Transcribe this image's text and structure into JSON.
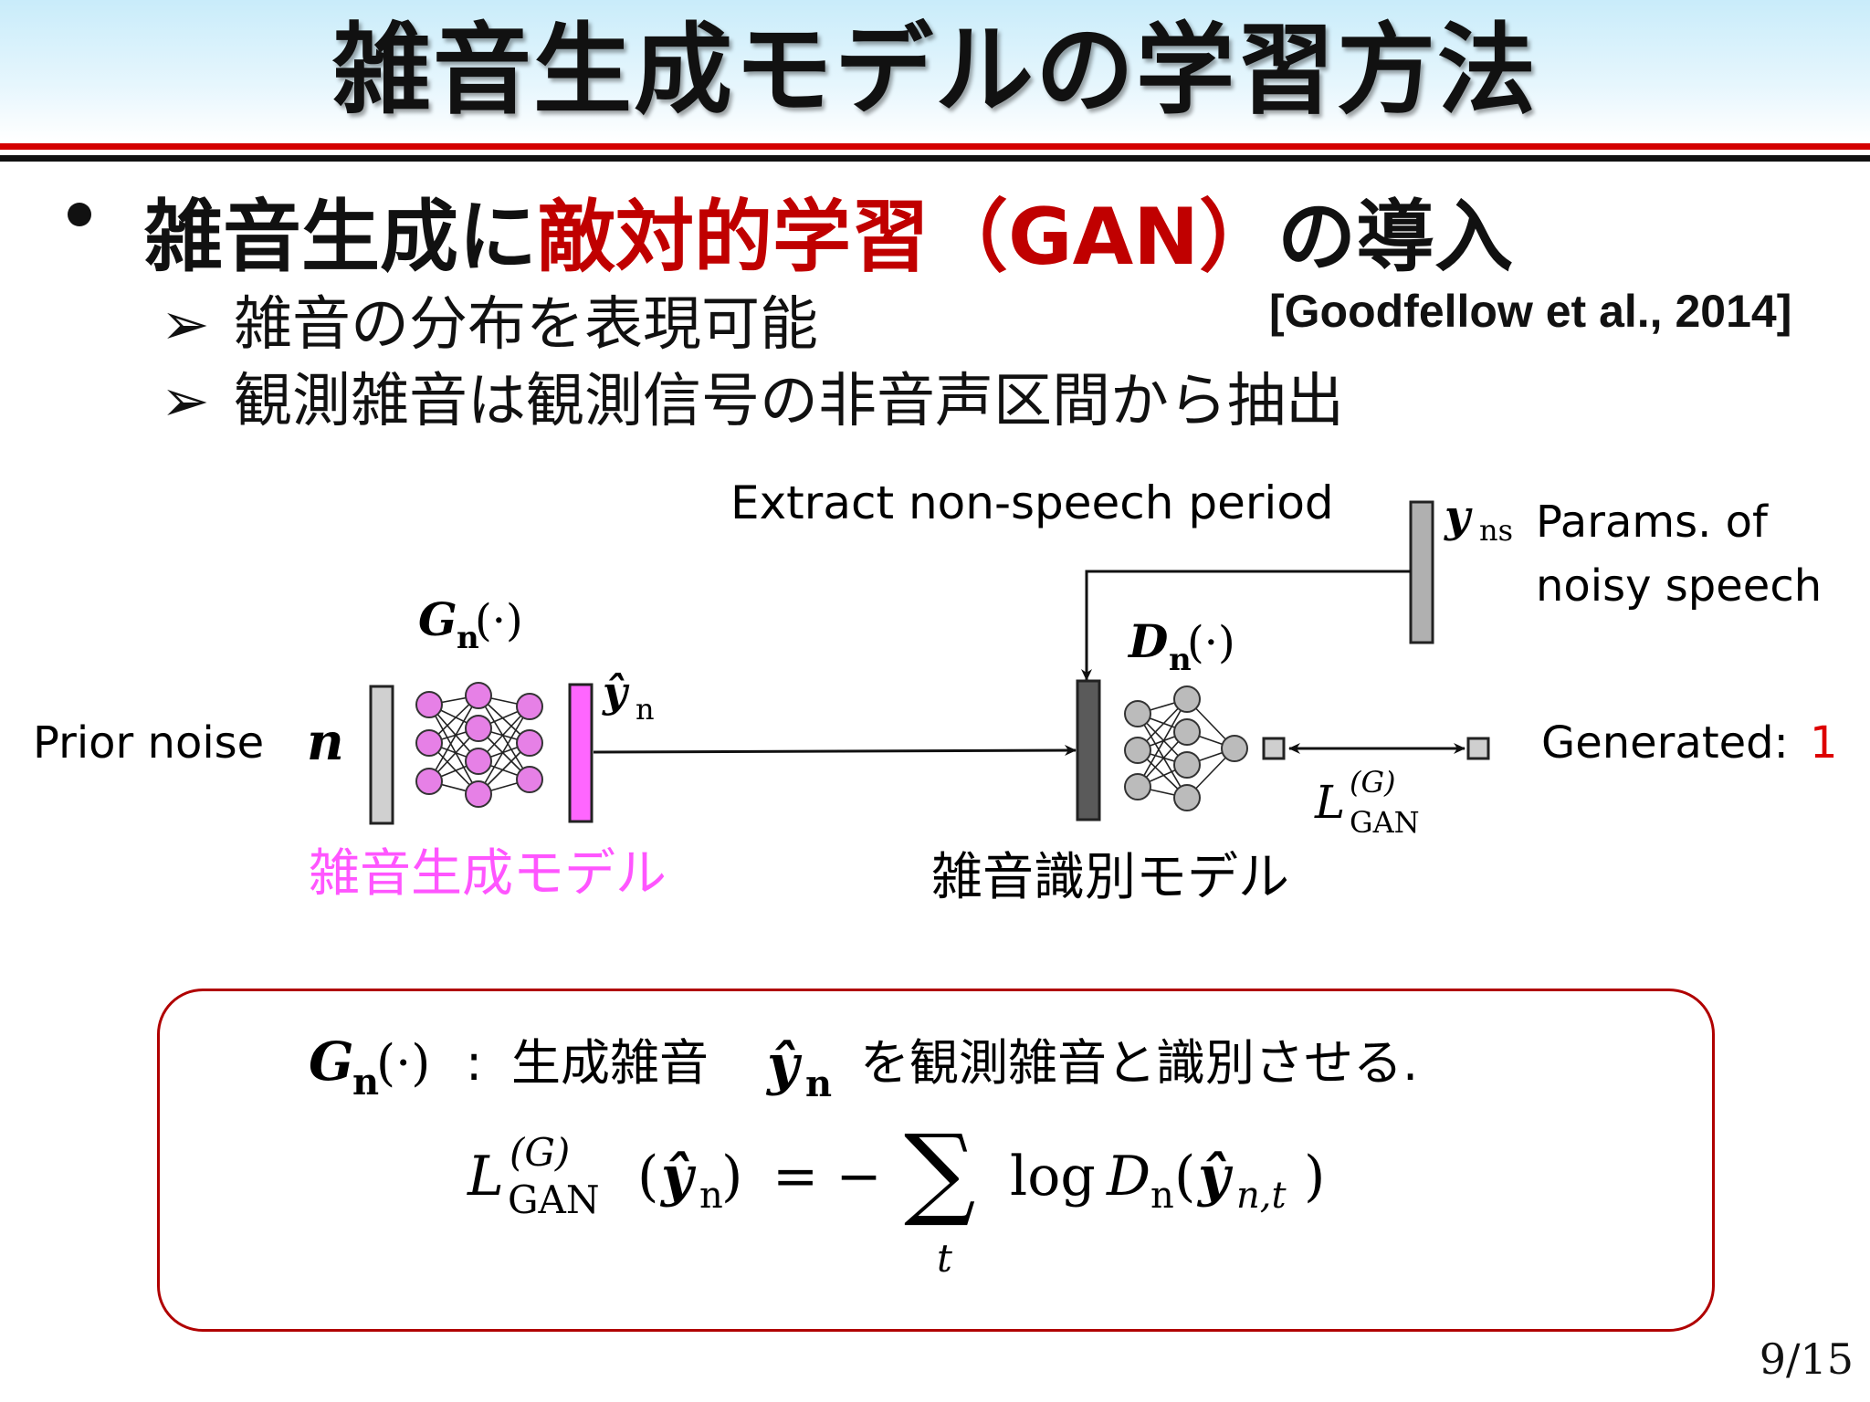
{
  "title": "雑音生成モデルの学習方法",
  "bullet": {
    "prefix": "雑音生成に",
    "highlight": "敵対的学習（GAN）",
    "suffix": "の導入"
  },
  "citation": "[Goodfellow et al., 2014]",
  "sub_items": [
    {
      "marker": "➢",
      "text": "雑音の分布を表現可能"
    },
    {
      "marker": "➢",
      "text": "観測雑音は観測信号の非音声区間から抽出"
    }
  ],
  "diagram": {
    "extract_label": "Extract non-speech period",
    "y_ns_symbol": "y",
    "y_ns_sub": "ns",
    "params_line1": "Params. of",
    "params_line2": "noisy speech",
    "G_symbol": "G",
    "G_sub": "n",
    "G_arg": "(·)",
    "D_symbol": "D",
    "D_sub": "n",
    "D_arg": "(·)",
    "yhat_symbol": "ŷ",
    "yhat_sub": "n",
    "prior_noise": "Prior noise",
    "n_symbol": "n",
    "generator_caption": "雑音生成モデル",
    "discriminator_caption": "雑音識別モデル",
    "generated_label": "Generated:",
    "generated_value": "1",
    "loss_L": "L",
    "loss_sup": "(G)",
    "loss_sub": "GAN",
    "colors": {
      "generator": "#ff66ff",
      "generator_node": "#e680e6",
      "disc_node": "#bbbbbb",
      "input_bar": "#c8c8c8",
      "disc_bar": "#555555",
      "red": "#dd0000"
    }
  },
  "box": {
    "G": "G",
    "G_sub": "n",
    "G_arg": "(·)",
    "colon": ":",
    "text1": "生成雑音",
    "yhat": "ŷ",
    "yhat_sub": "n",
    "text2": "を観測雑音と識別させる.",
    "eq_L": "L",
    "eq_sup": "(G)",
    "eq_sub": "GAN",
    "eq_arg_open": "(",
    "eq_arg_y": "ŷ",
    "eq_arg_sub": "n",
    "eq_arg_close": ")",
    "eq_equals": "= −",
    "eq_sigma": "∑",
    "eq_sigma_sub": "t",
    "eq_log": "log",
    "eq_D": "D",
    "eq_D_sub": "n",
    "eq_inner_open": "(",
    "eq_inner_y": "ŷ",
    "eq_inner_sub": "n,t",
    "eq_inner_close": ")"
  },
  "page_number": "9/15"
}
